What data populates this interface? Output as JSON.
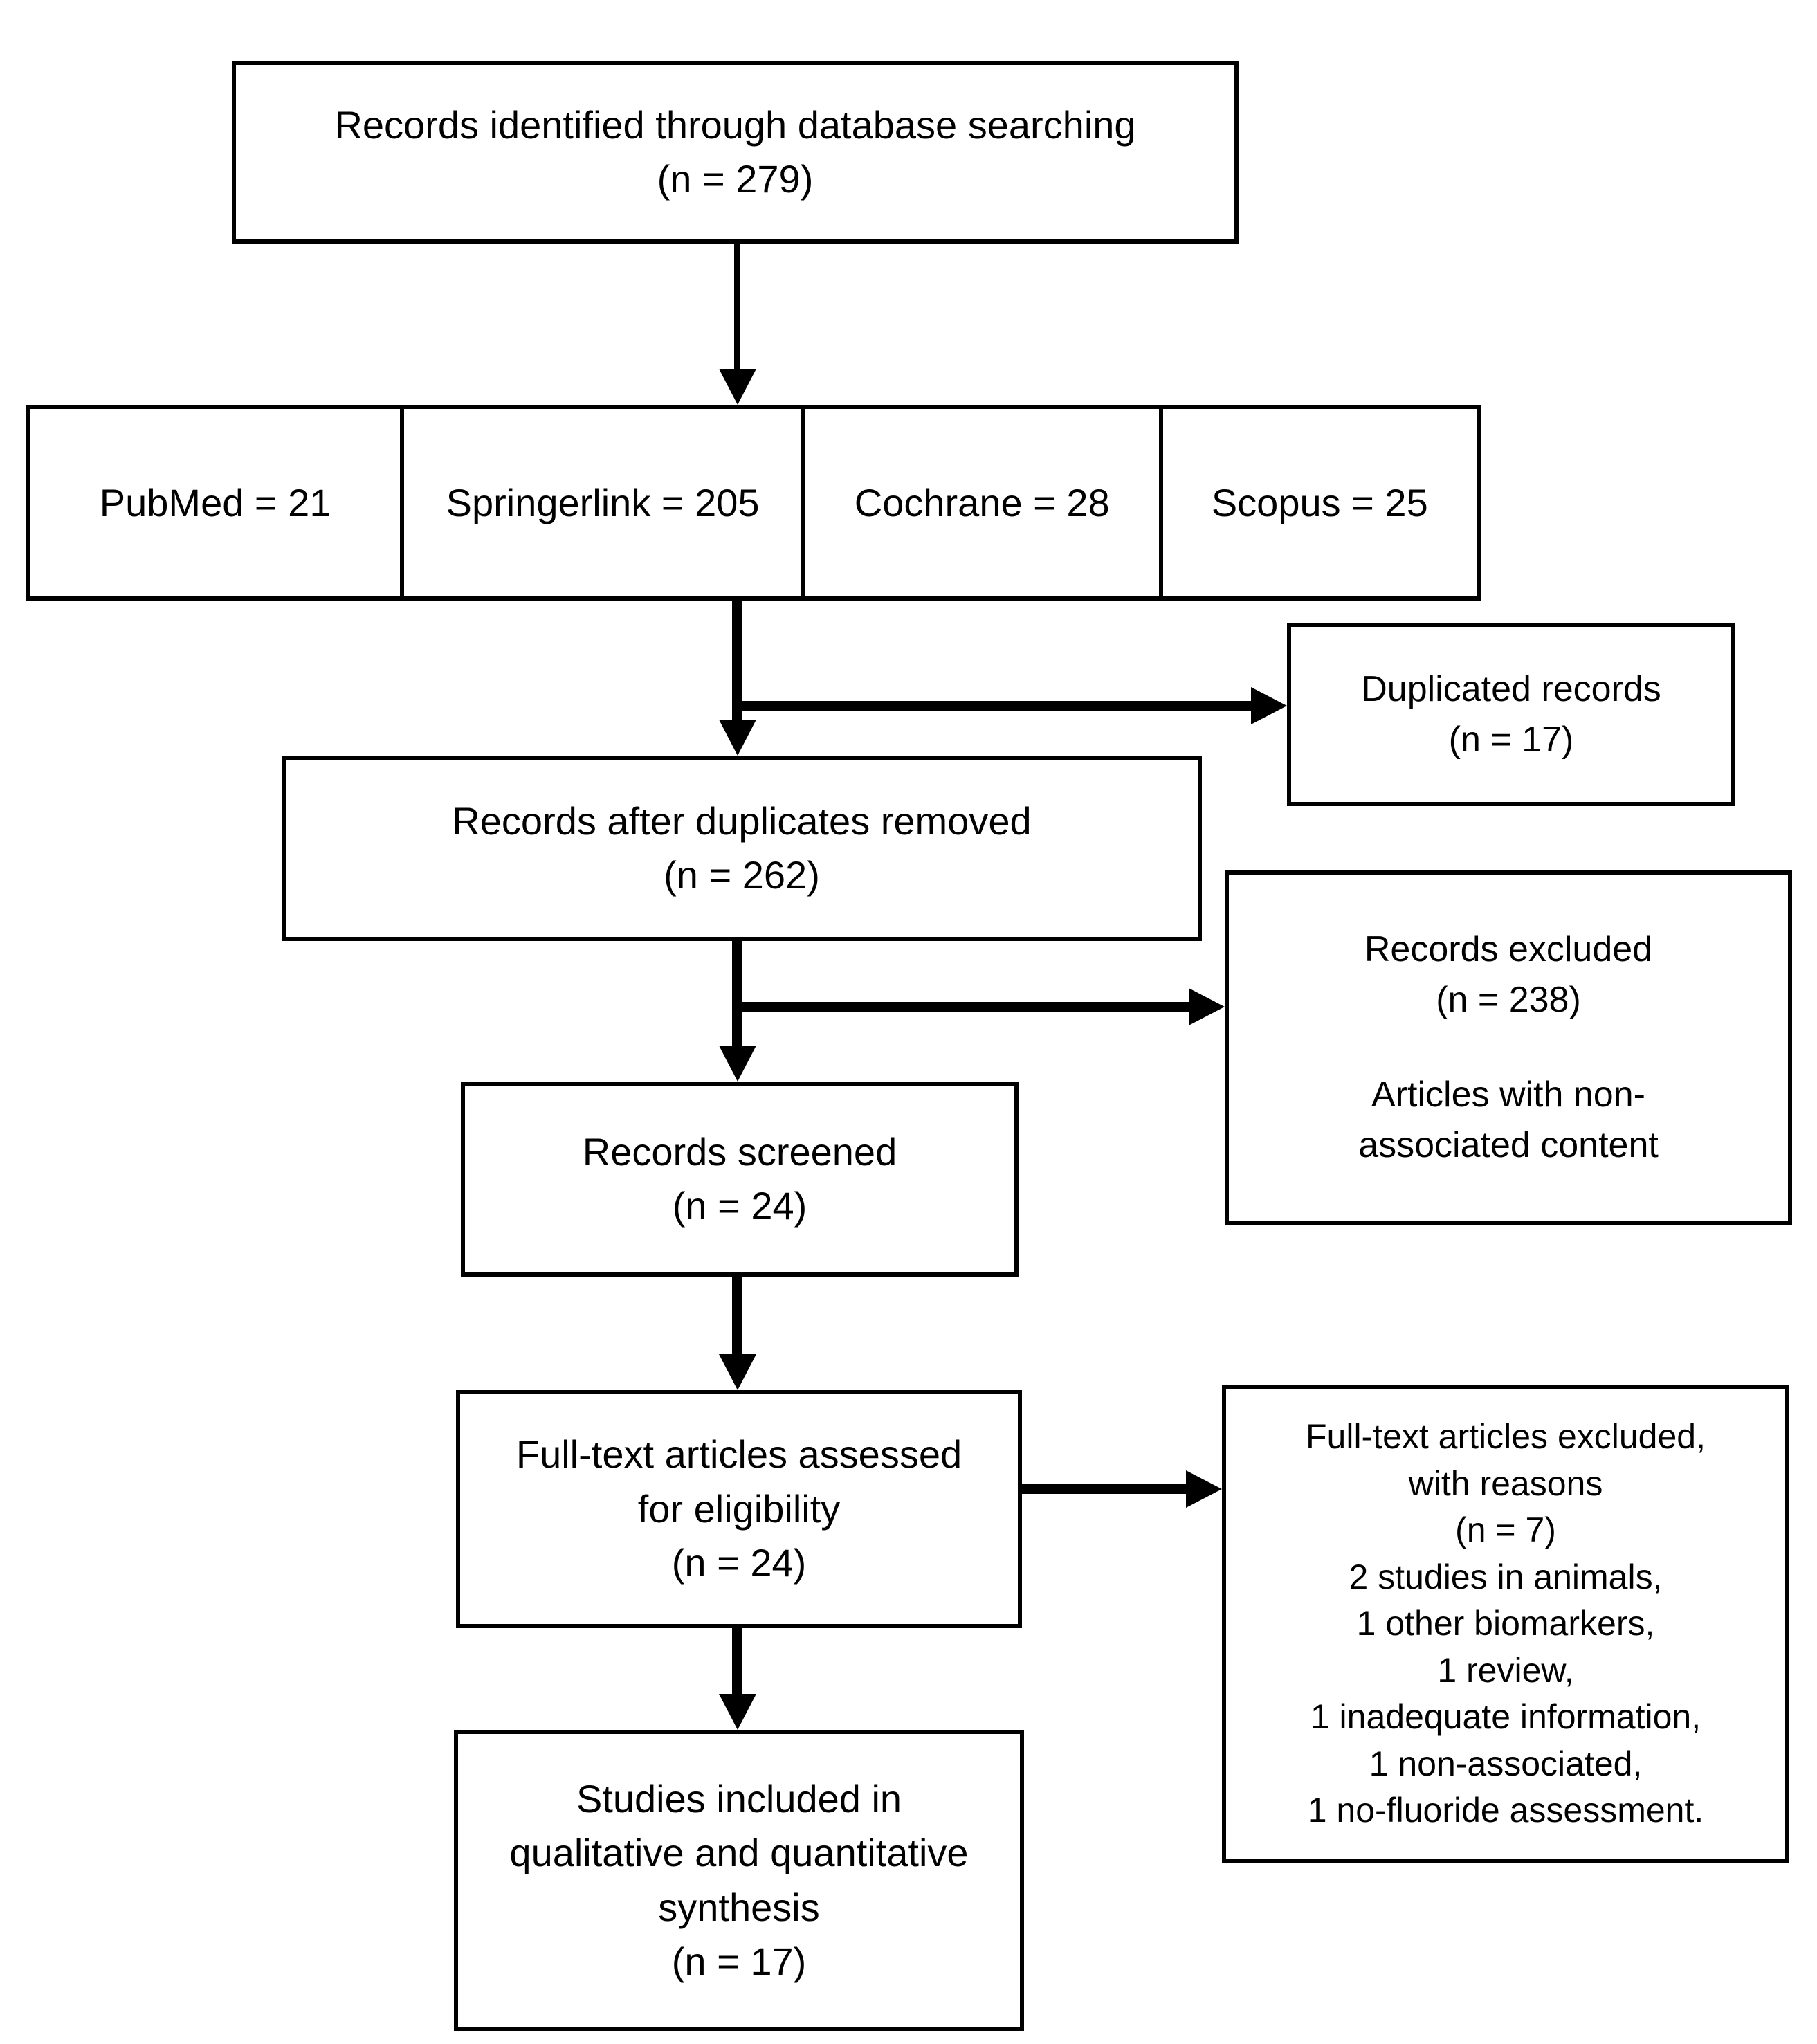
{
  "diagram": {
    "background_color": "#ffffff",
    "line_color": "#000000",
    "boxes": {
      "identified": {
        "lines": [
          "Records identified through database searching",
          "(n = 279)"
        ]
      },
      "sources": {
        "items": [
          "PubMed = 21",
          "Springerlink = 205",
          "Cochrane = 28",
          "Scopus = 25"
        ]
      },
      "duplicated": {
        "lines": [
          "Duplicated records",
          "(n = 17)"
        ]
      },
      "after_duplicates": {
        "lines": [
          "Records after duplicates removed",
          "(n = 262)"
        ]
      },
      "records_excluded": {
        "para1": [
          "Records excluded",
          "(n = 238)"
        ],
        "para2": [
          "Articles with non-",
          "associated content"
        ]
      },
      "screened": {
        "lines": [
          "Records screened",
          "(n = 24)"
        ]
      },
      "fulltext_assessed": {
        "lines": [
          "Full-text articles assessed",
          "for eligibility",
          "(n = 24)"
        ]
      },
      "fulltext_excluded": {
        "lines": [
          "Full-text articles excluded,",
          "with reasons",
          "(n = 7)",
          "2 studies in animals,",
          "1 other biomarkers,",
          "1 review,",
          "1 inadequate information,",
          "1 non-associated,",
          "1 no-fluoride assessment."
        ]
      },
      "included": {
        "lines": [
          "Studies included in",
          "qualitative and quantitative",
          "synthesis",
          "(n = 17)"
        ]
      }
    }
  }
}
